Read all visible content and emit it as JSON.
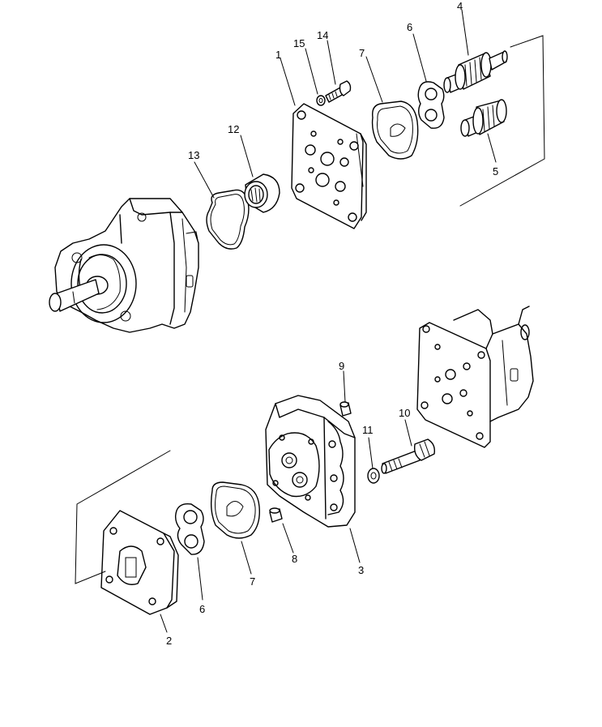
{
  "callouts": {
    "p1": "1",
    "p2": "2",
    "p3": "3",
    "p4": "4",
    "p5": "5",
    "p6a": "6",
    "p6b": "6",
    "p7a": "7",
    "p7b": "7",
    "p8": "8",
    "p9": "9",
    "p10": "10",
    "p11": "11",
    "p12": "12",
    "p13": "13",
    "p14": "14",
    "p15": "15"
  }
}
